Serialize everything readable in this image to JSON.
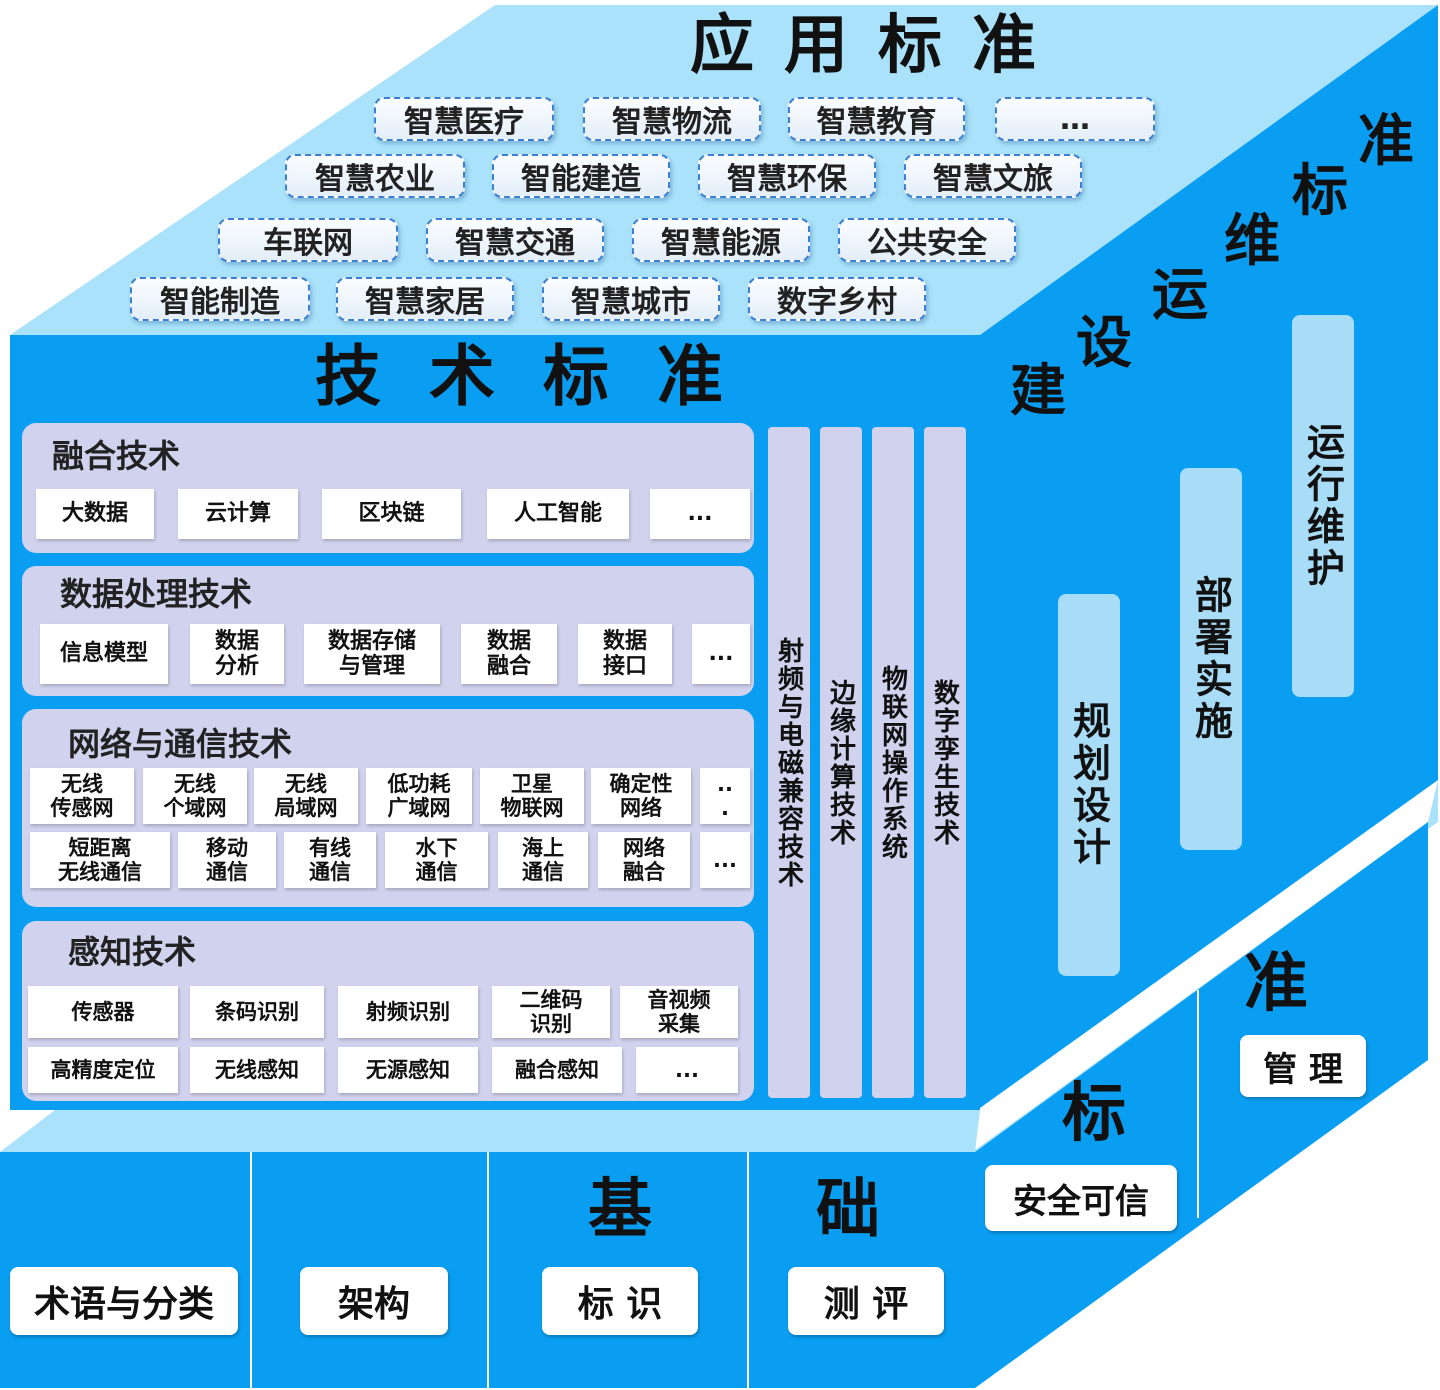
{
  "colors": {
    "top_face": "#a9e2fa",
    "front_face": "#0a9ef2",
    "side_face": "#0a9ef2",
    "base_top": "#a9e2fa",
    "group_fill": "#d0d2ee",
    "ops_bar_fill": "#a8dcf7"
  },
  "application": {
    "title": "应用标准",
    "tags": [
      "智慧医疗",
      "智慧物流",
      "智慧教育",
      "…",
      "智慧农业",
      "智能建造",
      "智慧环保",
      "智慧文旅",
      "车联网",
      "智慧交通",
      "智慧能源",
      "公共安全",
      "智能制造",
      "智慧家居",
      "智慧城市",
      "数字乡村"
    ]
  },
  "technology": {
    "title": "技术标准",
    "fusion": {
      "title": "融合技术",
      "items": [
        "大数据",
        "云计算",
        "区块链",
        "人工智能",
        "..."
      ]
    },
    "data_processing": {
      "title": "数据处理技术",
      "items": [
        "信息模型",
        "数据\n分析",
        "数据存储\n与管理",
        "数据\n融合",
        "数据\n接口",
        "..."
      ]
    },
    "network": {
      "title": "网络与通信技术",
      "row1": [
        "无线\n传感网",
        "无线\n个域网",
        "无线\n局域网",
        "低功耗\n广域网",
        "卫星\n物联网",
        "确定性\n网络",
        "..\n."
      ],
      "row2": [
        "短距离\n无线通信",
        "移动\n通信",
        "有线\n通信",
        "水下\n通信",
        "海上\n通信",
        "网络\n融合",
        "..."
      ]
    },
    "sensing": {
      "title": "感知技术",
      "row1": [
        "传感器",
        "条码识别",
        "射频识别",
        "二维码\n识别",
        "音视频\n采集"
      ],
      "row2": [
        "高精度定位",
        "无线感知",
        "无源感知",
        "融合感知",
        "..."
      ]
    },
    "vertical_columns": [
      "射频与电磁兼容技术",
      "边缘计算技术",
      "物联网操作系统",
      "数字孪生技术"
    ]
  },
  "ops": {
    "title_chars": [
      "建",
      "设",
      "运",
      "维",
      "标",
      "准"
    ],
    "bars": [
      "规划设计",
      "部署实施",
      "运行维护"
    ]
  },
  "basic": {
    "title_chars": [
      "基",
      "础"
    ],
    "buttons": [
      "术语与分类",
      "架构",
      "标 识",
      "测 评"
    ]
  },
  "management": {
    "title_chars": [
      "标",
      "准"
    ],
    "buttons": [
      "安全可信",
      "管 理"
    ]
  }
}
